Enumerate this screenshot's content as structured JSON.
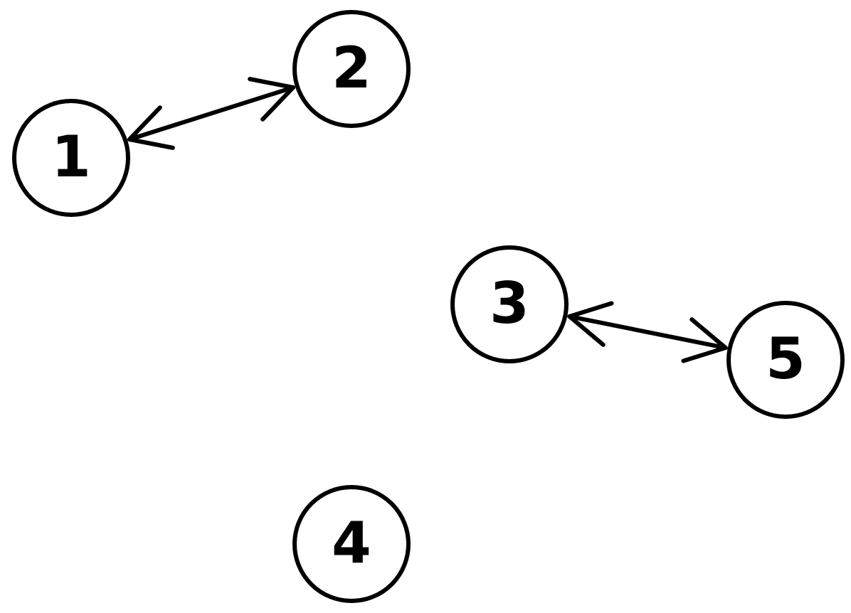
{
  "graph": {
    "nodes": [
      {
        "id": "1",
        "label": "1"
      },
      {
        "id": "2",
        "label": "2"
      },
      {
        "id": "3",
        "label": "3"
      },
      {
        "id": "4",
        "label": "4"
      },
      {
        "id": "5",
        "label": "5"
      }
    ],
    "edges": [
      {
        "from": "1",
        "to": "2",
        "direction": "bidirectional"
      },
      {
        "from": "3",
        "to": "5",
        "direction": "bidirectional"
      }
    ]
  },
  "colors": {
    "stroke": "#000000",
    "background": "#ffffff"
  }
}
